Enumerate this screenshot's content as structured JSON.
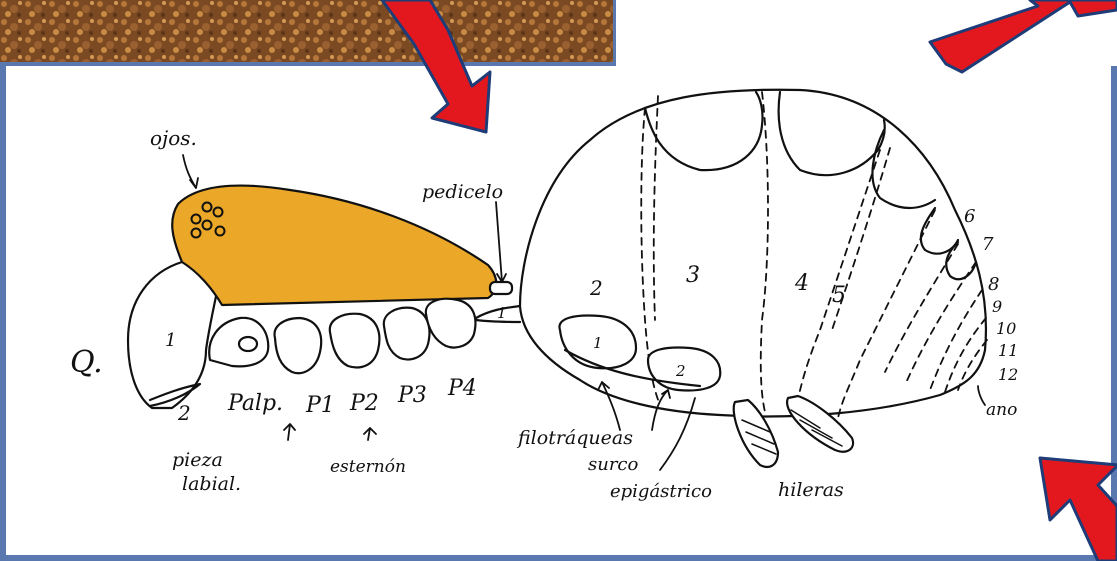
{
  "colors": {
    "frame": "#5a78b0",
    "paper": "#ffffff",
    "arrow": "#e3181f",
    "prosoma_fill": "#eba727",
    "ink": "#111111",
    "soil": "#8a5a2c"
  },
  "labels": {
    "ojos": "ojos.",
    "pedicelo": "pedicelo",
    "Q": "Q.",
    "prosoma_1": "1",
    "prosoma_2": "2",
    "palp": "Palp.",
    "p1": "P1",
    "p2": "P2",
    "p3": "P3",
    "p4": "P4",
    "pieza": "pieza",
    "labial": "labial.",
    "esternon": "esternón",
    "pedicel_1": "1",
    "seg2": "2",
    "seg3": "3",
    "seg4": "4",
    "seg5": "5",
    "seg6": "6",
    "seg7": "7",
    "seg8": "8",
    "seg9": "9",
    "seg10": "10",
    "seg11": "11",
    "seg12": "12",
    "book1": "1",
    "book2": "2",
    "filotraqueas": "filotráqueas",
    "surco": "surco",
    "epigastrico": "epigástrico",
    "hileras": "hileras",
    "ano": "ano"
  },
  "icons": {
    "top_arrow": "red-arrow-down-right-icon",
    "top_right_arrow": "red-arrow-up-right-icon",
    "bottom_right_arrow": "red-arrow-up-left-icon"
  }
}
